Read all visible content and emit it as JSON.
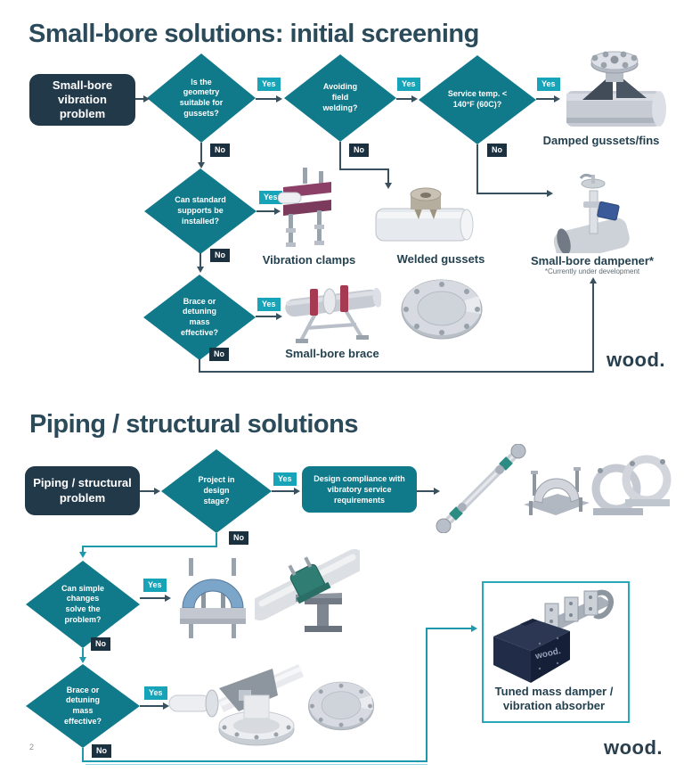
{
  "labels": {
    "yes": "Yes",
    "no": "No"
  },
  "page_number": "2",
  "brand": {
    "logo": "wood."
  },
  "colors": {
    "diamond_fill": "#10798a",
    "yes_tag": "#17a3b8",
    "no_tag": "#1c3140",
    "start_box": "#22394a",
    "line_dark": "#39505e",
    "line_teal": "#1d99ab",
    "title_text": "#2b4a5a"
  },
  "chart1": {
    "title": "Small-bore solutions: initial screening",
    "start": "Small-bore vibration problem",
    "questions": {
      "geometry": "Is the geometry suitable for gussets?",
      "welding": "Avoiding field welding?",
      "temperature": "Service temp. < 140°F (60C)?",
      "supports": "Can standard supports be installed?",
      "brace": "Brace or detuning mass effective?"
    },
    "outcomes": {
      "damped_gussets": "Damped gussets/fins",
      "vibration_clamps": "Vibration clamps",
      "welded_gussets": "Welded gussets",
      "small_bore_brace": "Small-bore brace",
      "small_bore_dampener": "Small-bore dampener*",
      "dampener_note": "*Currently under development"
    }
  },
  "chart2": {
    "title": "Piping / structural solutions",
    "start": "Piping / structural problem",
    "questions": {
      "design_stage": "Project in design stage?",
      "simple_changes": "Can simple changes solve the problem?",
      "brace": "Brace or detuning mass effective?"
    },
    "process": "Design compliance with vibratory service requirements",
    "outcomes": {
      "tuned_mass_damper": "Tuned mass damper / vibration absorber",
      "tmd_box_label": "wood."
    }
  }
}
